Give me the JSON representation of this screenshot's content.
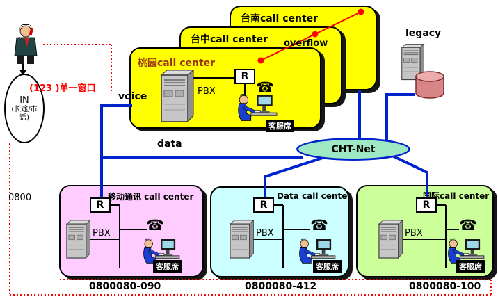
{
  "colors": {
    "center_yellow": "#FFFF00",
    "center_pink": "#FFCCFF",
    "center_cyan": "#CCFFFF",
    "center_green": "#CCFF99",
    "network_fill": "#9FE8C4",
    "link_blue": "#0022CC",
    "route_red": "#FF0000"
  },
  "caller": {
    "route_123": "(123 )单一窗口",
    "trunk_in": "IN",
    "trunk_in_sub": "(长途/市话)",
    "route_0800": "0800"
  },
  "labels": {
    "voice": "voice",
    "data": "data",
    "overflow": "overflow",
    "legacy": "legacy"
  },
  "network": {
    "name": "CHT-Net"
  },
  "top_centers": [
    {
      "title": "台南call center"
    },
    {
      "title": "台中call center"
    },
    {
      "title": "桃园call center",
      "pbx": "PBX",
      "router": "R",
      "agent_seat": "客服席"
    }
  ],
  "bottom_centers": [
    {
      "title": "移动通讯 call center",
      "pbx": "PBX",
      "router": "R",
      "agent_seat": "客服席",
      "hotline": "0800080-090"
    },
    {
      "title": "Data call center",
      "pbx": "PBX",
      "router": "R",
      "agent_seat": "客服席",
      "hotline": "0800080-412"
    },
    {
      "title": "国际call center",
      "pbx": "PBX",
      "router": "R",
      "agent_seat": "客服席",
      "hotline": "0800080-100"
    }
  ]
}
